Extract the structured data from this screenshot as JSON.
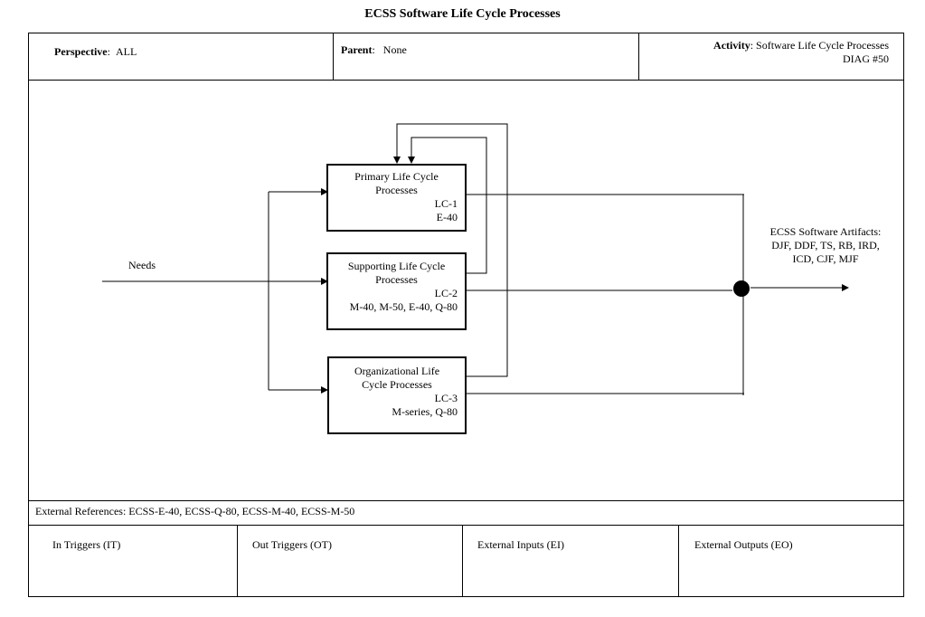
{
  "title": "ECSS Software Life Cycle Processes",
  "header": {
    "perspective_label": "Perspective",
    "perspective_value": "ALL",
    "parent_label": "Parent",
    "parent_value": "None",
    "activity_label": "Activity",
    "activity_value": "Software Life Cycle Processes",
    "diag": "DIAG #50"
  },
  "diagram": {
    "input_label": "Needs",
    "boxes": [
      {
        "line1": "Primary Life Cycle",
        "line2": "Processes",
        "code": "LC-1",
        "refs": "E-40"
      },
      {
        "line1": "Supporting Life Cycle",
        "line2": "Processes",
        "code": "LC-2",
        "refs": "M-40, M-50, E-40, Q-80"
      },
      {
        "line1": "Organizational Life",
        "line2": "Cycle Processes",
        "code": "LC-3",
        "refs": "M-series, Q-80"
      }
    ],
    "output_title": "ECSS Software Artifacts:",
    "output_line2": "DJF, DDF, TS, RB, IRD,",
    "output_line3": "ICD, CJF, MJF"
  },
  "footer": {
    "external_references": "External References: ECSS-E-40, ECSS-Q-80, ECSS-M-40, ECSS-M-50",
    "in_triggers": "In Triggers (IT)",
    "out_triggers": "Out Triggers (OT)",
    "external_inputs": "External Inputs (EI)",
    "external_outputs": "External Outputs (EO)"
  }
}
